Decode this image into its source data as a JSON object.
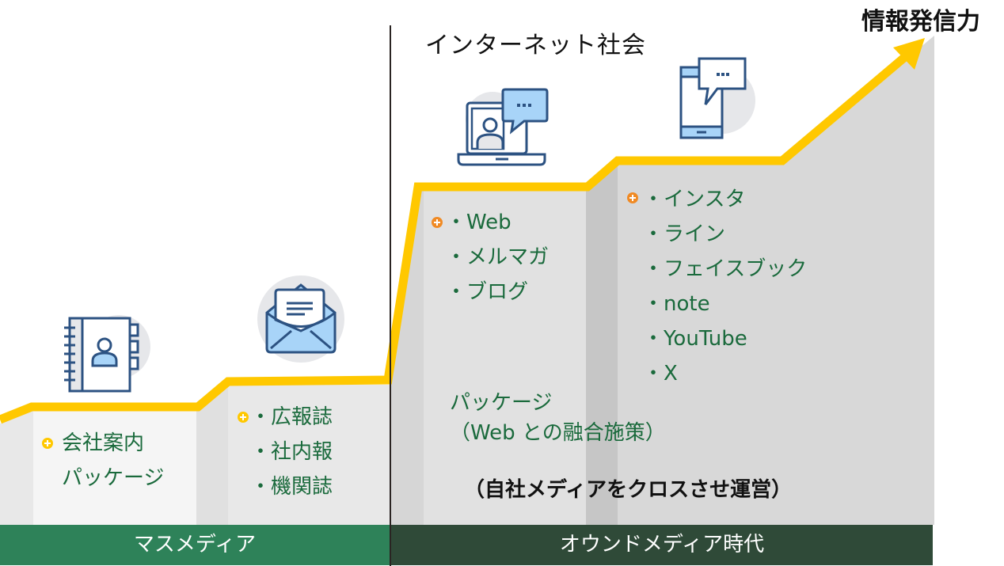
{
  "header": {
    "axis_label": "情報発信力",
    "era_title": "インターネット社会"
  },
  "colors": {
    "arrow_yellow": "#ffc800",
    "mass_media_bar": "#2e8259",
    "owned_media_bar": "#2f4a38",
    "text_green": "#1a6a3c",
    "bullet_yellow": "#ffc800",
    "bullet_orange": "#f08a24",
    "icon_blue_stroke": "#2c5282",
    "icon_blue_fill": "#a8d4f8",
    "icon_bg_circle": "#e6e7ea"
  },
  "steps": [
    {
      "id": "company-profile",
      "icon": "address-book-icon",
      "items": [
        "会社案内",
        "パッケージ"
      ],
      "bullet": "yellow"
    },
    {
      "id": "print-media",
      "icon": "open-envelope-icon",
      "items": [
        "・広報誌",
        "・社内報",
        "・機関誌"
      ],
      "bullet": "yellow"
    },
    {
      "id": "web-media",
      "icon": "laptop-video-chat-icon",
      "items": [
        "・Web",
        "・メルマガ",
        "・ブログ"
      ],
      "bullet": "orange",
      "note_lines": [
        "パッケージ",
        "（Web との融合施策）"
      ]
    },
    {
      "id": "social-media",
      "icon": "smartphone-chat-icon",
      "items": [
        "・インスタ",
        "・ライン",
        "・フェイスブック",
        "・note",
        "・YouTube",
        "・X"
      ],
      "bullet": "orange"
    }
  ],
  "owned_media_caption": "（自社メディアをクロスさせ運営）",
  "bottom_bars": {
    "mass_media": "マスメディア",
    "owned_media": "オウンドメディア時代"
  }
}
